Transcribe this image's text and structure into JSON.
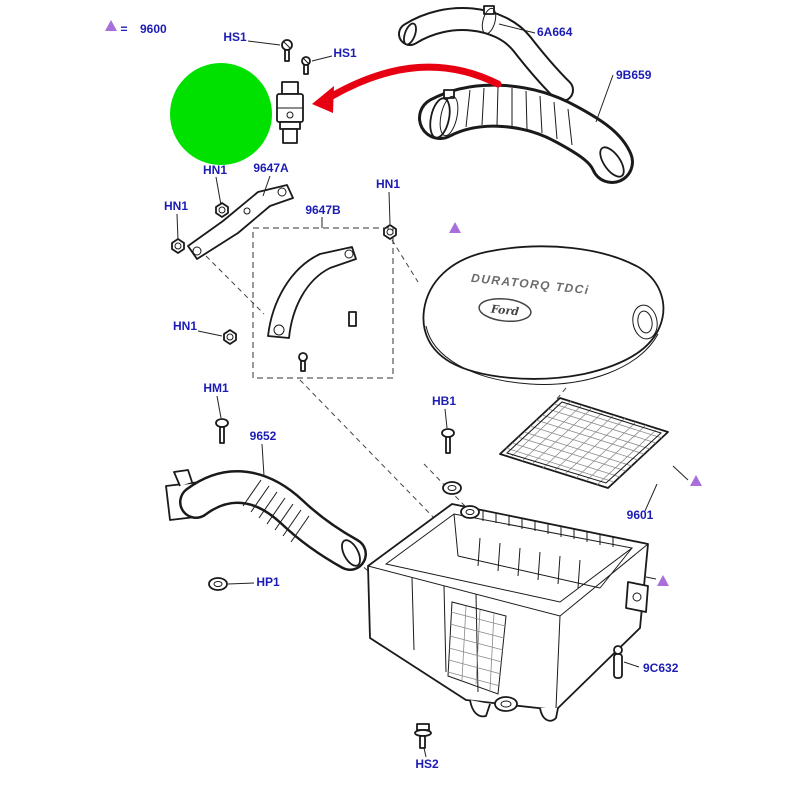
{
  "diagram": {
    "legend": {
      "symbol": "=",
      "part_number": "9600"
    },
    "parts": {
      "hs1_upper": "HS1",
      "hs1_lower": "HS1",
      "clamp_6a664": "6A664",
      "hose_9b659": "9B659",
      "nut_hn1_a": "HN1",
      "bracket_9647a": "9647A",
      "nut_hn1_b": "HN1",
      "bracket_9647b": "9647B",
      "nut_hn1_c": "HN1",
      "nut_hn1_d": "HN1",
      "bolt_hm1": "HM1",
      "duct_9652": "9652",
      "screw_hb1": "HB1",
      "filter_9601": "9601",
      "washer_hp1": "HP1",
      "pin_9c632": "9C632",
      "screw_hs2": "HS2"
    },
    "cover": {
      "brand_text": "DURATORQ TDCi",
      "logo_text": "Ford"
    },
    "colors": {
      "label_blue": "#1c1cb4",
      "marker_purple": "#a86fd8",
      "highlight_green": "#00e100",
      "arrow_red": "#e60012"
    }
  }
}
